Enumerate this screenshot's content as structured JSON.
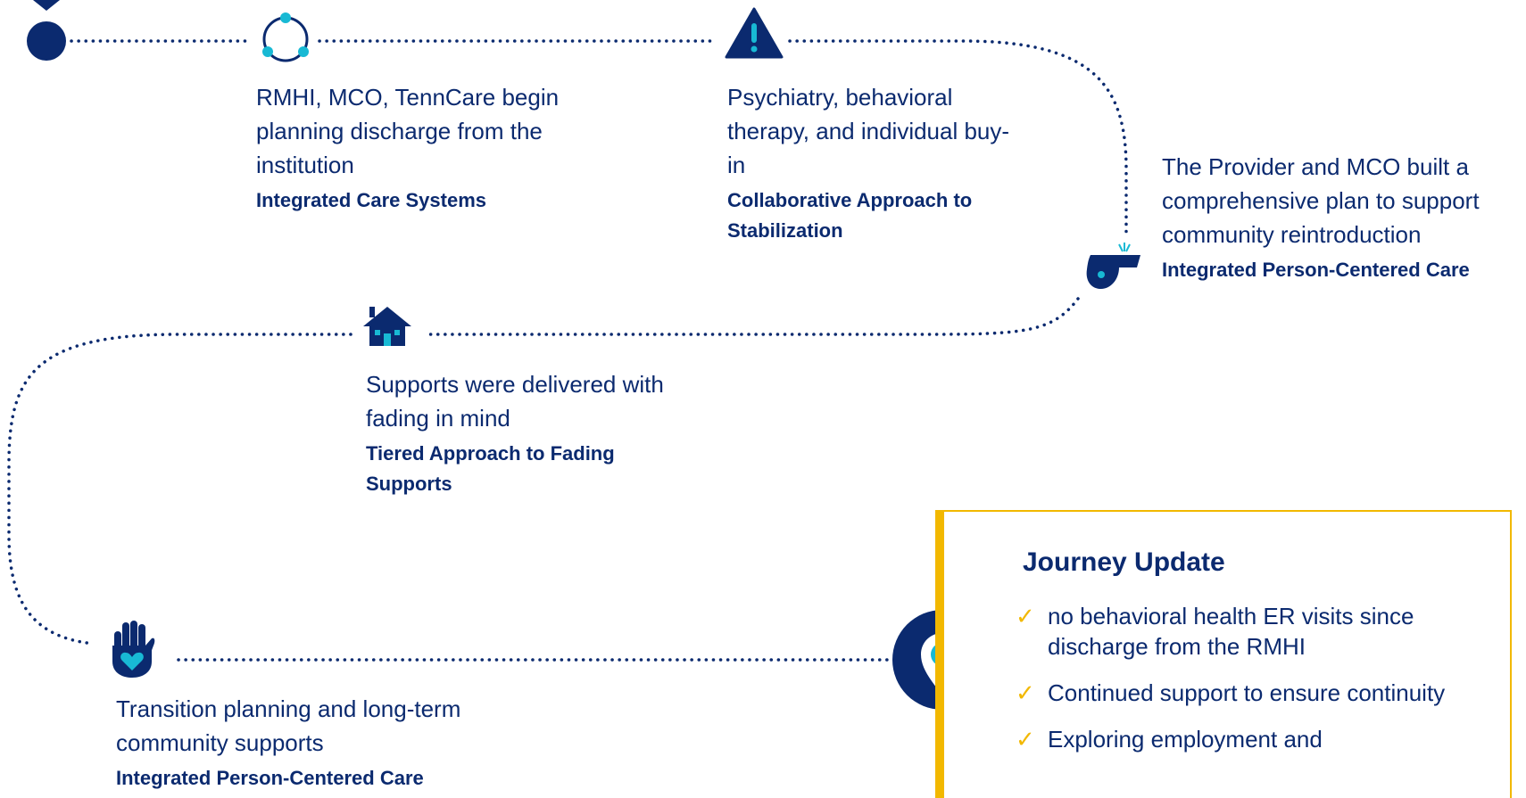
{
  "colors": {
    "navy": "#0b2a6f",
    "teal": "#18b9d4",
    "gold": "#f2b800"
  },
  "steps": [
    {
      "icon": "cycle-icon",
      "description": "RMHI, MCO, TennCare begin planning discharge from the institution",
      "tag": "Integrated Care Systems"
    },
    {
      "icon": "warning-icon",
      "description": "Psychiatry,  behavioral therapy, and individual buy-in",
      "tag": "Collaborative Approach to Stabilization"
    },
    {
      "icon": "whistle-icon",
      "description": "The Provider and MCO built a comprehensive plan to support community reintroduction",
      "tag": "Integrated Person-Centered Care"
    },
    {
      "icon": "house-icon",
      "description": "Supports were delivered with fading in mind",
      "tag": "Tiered Approach to Fading Supports"
    },
    {
      "icon": "hand-heart-icon",
      "description": "Transition planning and long-term community supports",
      "tag": "Integrated Person-Centered Care"
    }
  ],
  "journey_update": {
    "icon": "location-pin-icon",
    "title": "Journey Update",
    "items": [
      "no behavioral health ER visits since discharge from the RMHI",
      "Continued support to ensure continuity",
      "Exploring employment and"
    ]
  }
}
